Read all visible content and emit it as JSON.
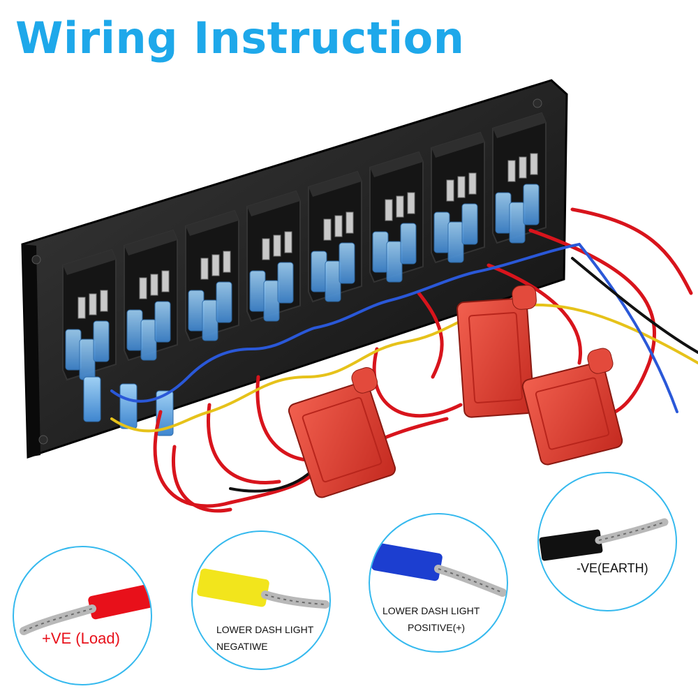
{
  "title": "Wiring Instruction",
  "legend": [
    {
      "wire_color": "#e8101a",
      "label": "+VE (Load)",
      "label_color": "#e8101a"
    },
    {
      "wire_color": "#f2e51c",
      "label_line1": "LOWER DASH LIGHT",
      "label_line2": "NEGATIWE",
      "label_color": "#111111"
    },
    {
      "wire_color": "#1c3ed0",
      "label_line1": "LOWER DASH LIGHT",
      "label_line2": "POSITIVE(+)",
      "label_color": "#111111"
    },
    {
      "wire_color": "#111111",
      "label": "-VE(EARTH)",
      "label_color": "#111111"
    }
  ],
  "colors": {
    "accent": "#1ea8ea",
    "panel": "#1a1a1a",
    "connector": "#6aaee6",
    "fuse_holder": "#e8372b",
    "wire_red": "#d8141c",
    "wire_yellow": "#e6c21a",
    "wire_blue": "#2a58d8",
    "wire_black": "#111111"
  },
  "panel": {
    "switch_count": 8,
    "fuse_holder_count": 3
  }
}
